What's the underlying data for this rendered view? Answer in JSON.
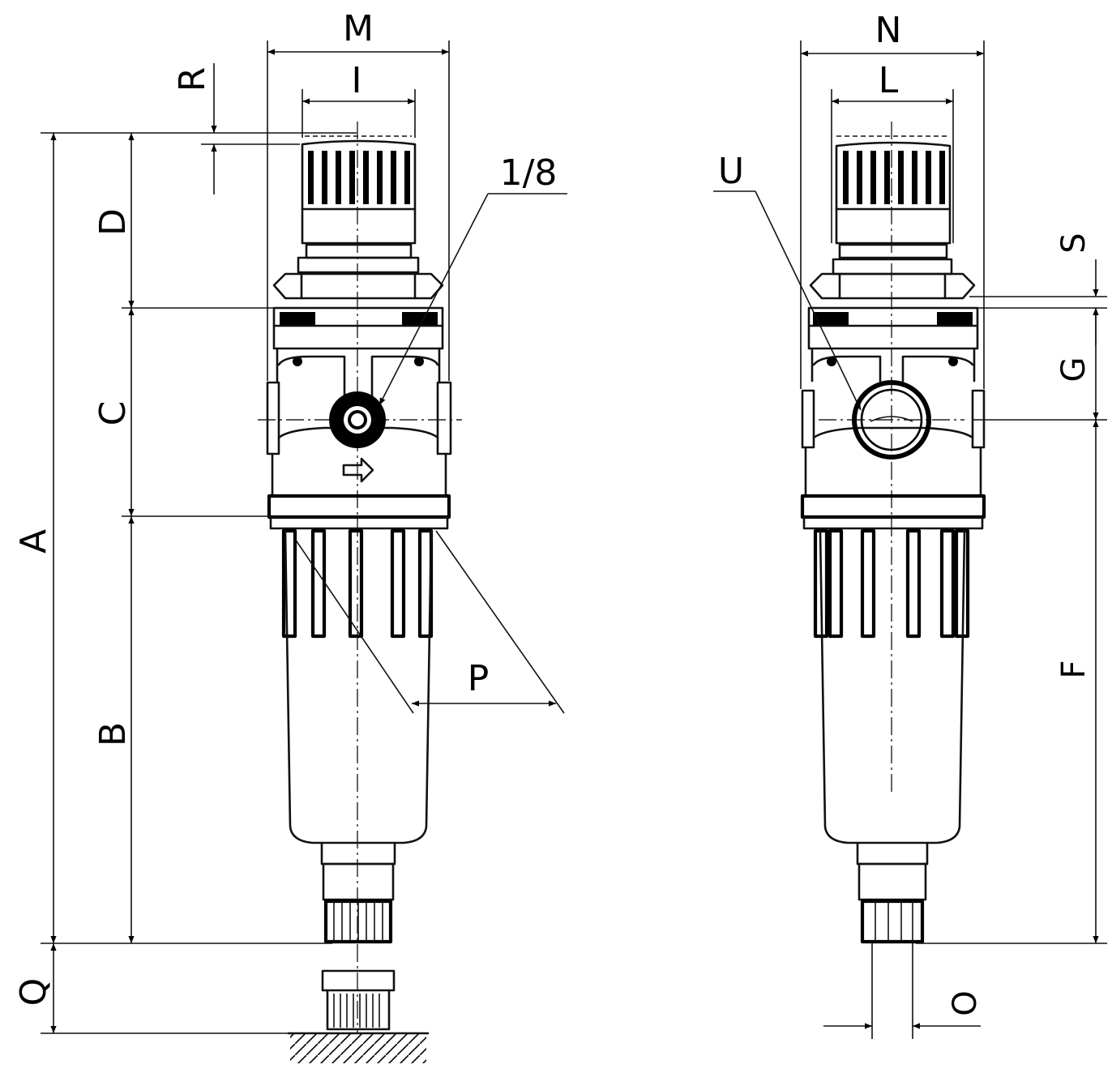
{
  "labels": {
    "M": "M",
    "I": "I",
    "N": "N",
    "L": "L",
    "R": "R",
    "D": "D",
    "C": "C",
    "B": "B",
    "A": "A",
    "Q": "Q",
    "port": "1/8",
    "P": "P",
    "U": "U",
    "S": "S",
    "G": "G",
    "F": "F",
    "O": "O"
  }
}
